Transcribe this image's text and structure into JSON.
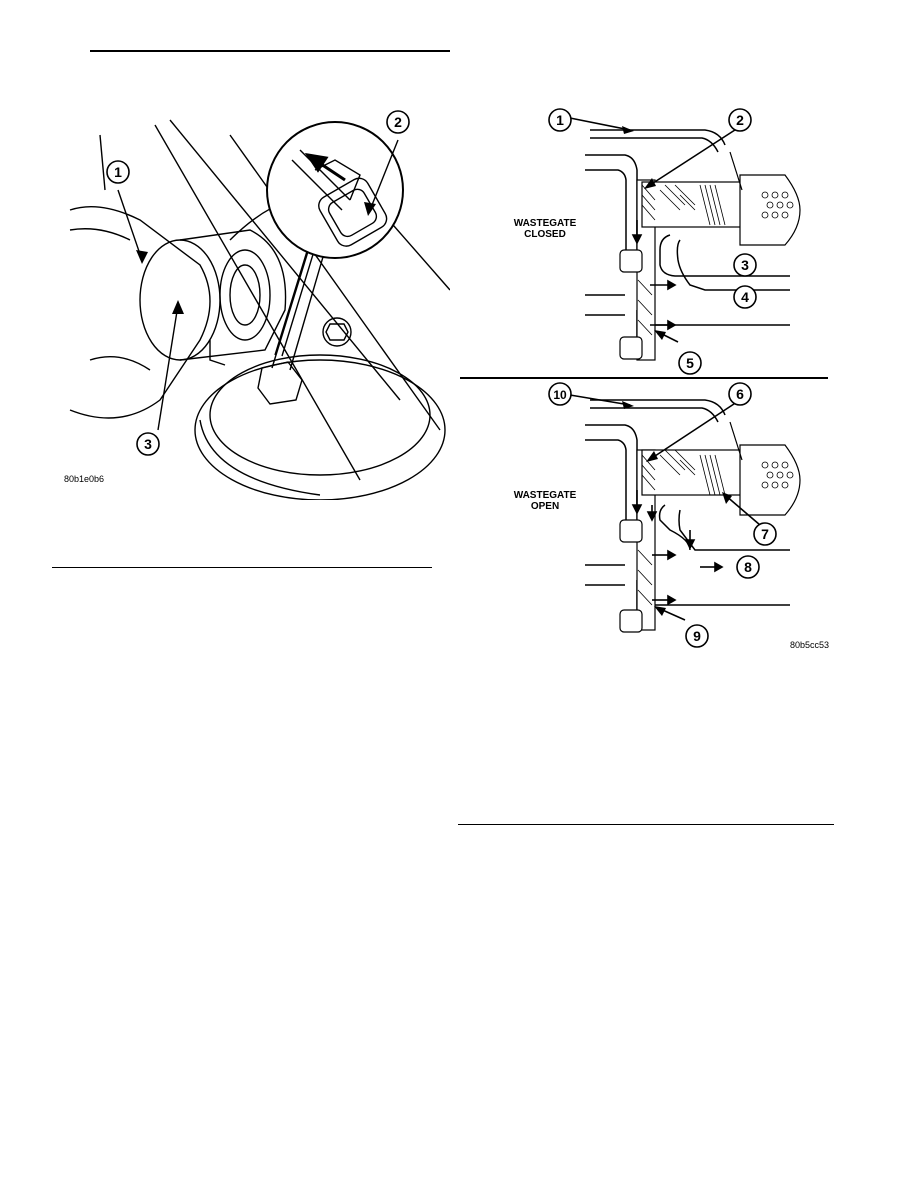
{
  "left_figure": {
    "code": "80b1e0b6",
    "callouts": [
      "1",
      "2",
      "3"
    ]
  },
  "right_figure": {
    "code": "80b5cc53",
    "state_closed": [
      "WASTEGATE",
      "CLOSED"
    ],
    "state_open": [
      "WASTEGATE",
      "OPEN"
    ],
    "callouts": [
      "1",
      "2",
      "3",
      "4",
      "5",
      "6",
      "7",
      "8",
      "9",
      "10"
    ]
  }
}
